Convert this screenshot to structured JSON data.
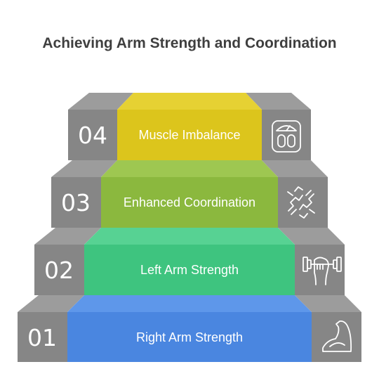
{
  "title": "Achieving Arm Strength and Coordination",
  "colors": {
    "gray": "#868686",
    "gray_top": "#9c9c9c",
    "step_1": "#4a86e0",
    "step_1_top": "#5e97ea",
    "step_2": "#3ec47f",
    "step_2_top": "#57d293",
    "step_3": "#8bb83e",
    "step_3_top": "#9ec751",
    "step_4": "#dcc51c",
    "step_4_top": "#e6d133"
  },
  "steps": [
    {
      "number": "01",
      "label": "Right Arm Strength",
      "icon": "flexed-bicep-icon"
    },
    {
      "number": "02",
      "label": "Left Arm Strength",
      "icon": "hand-holding-dumbbell-icon"
    },
    {
      "number": "03",
      "label": "Enhanced Coordination",
      "icon": "coordinating-hands-icon"
    },
    {
      "number": "04",
      "label": "Muscle Imbalance",
      "icon": "weighing-scale-icon"
    }
  ]
}
